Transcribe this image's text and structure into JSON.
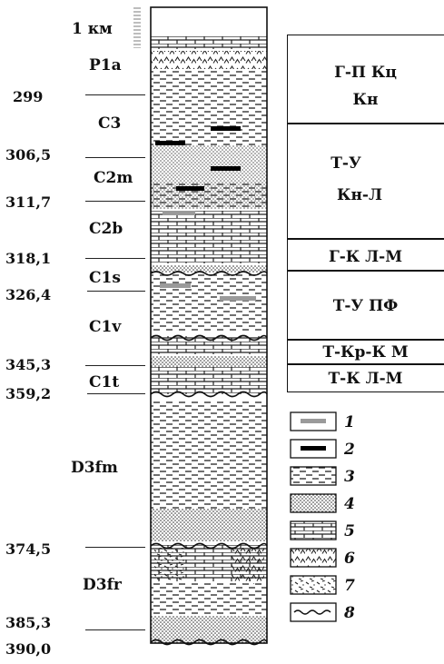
{
  "scale_label": "1 км",
  "stages": [
    {
      "label": "P1a"
    },
    {
      "label": "C3"
    },
    {
      "label": "C2m"
    },
    {
      "label": "C2b"
    },
    {
      "label": "C1s"
    },
    {
      "label": "C1v"
    },
    {
      "label": "C1t"
    },
    {
      "label": "D3fm"
    },
    {
      "label": "D3fr"
    }
  ],
  "ages": [
    "299",
    "306,5",
    "311,7",
    "318,1",
    "326,4",
    "345,3",
    "359,2",
    "374,5",
    "385,3",
    "390,0"
  ],
  "intervals": [
    {
      "line1": "Г-П Кц",
      "line2": "Кн"
    },
    {
      "line1": "Т-У",
      "line2": "Кн-Л"
    },
    {
      "line1": "Г-К Л-М",
      "line2": ""
    },
    {
      "line1": "Т-У ПФ",
      "line2": ""
    },
    {
      "line1": "Т-Кр-К М",
      "line2": ""
    },
    {
      "line1": "Т-К Л-М",
      "line2": ""
    }
  ],
  "legend": [
    {
      "num": "1",
      "pattern": "grey-lens"
    },
    {
      "num": "2",
      "pattern": "black-lens"
    },
    {
      "num": "3",
      "pattern": "dashed-siltstone"
    },
    {
      "num": "4",
      "pattern": "dotted-sandstone"
    },
    {
      "num": "5",
      "pattern": "limestone-bricks"
    },
    {
      "num": "6",
      "pattern": "volcanic-carets"
    },
    {
      "num": "7",
      "pattern": "tuff-dashes"
    },
    {
      "num": "8",
      "pattern": "wavy-unconformity"
    }
  ],
  "colors": {
    "ink": "#111111",
    "grey_lens": "#9a9a9a",
    "black_lens": "#000000"
  }
}
